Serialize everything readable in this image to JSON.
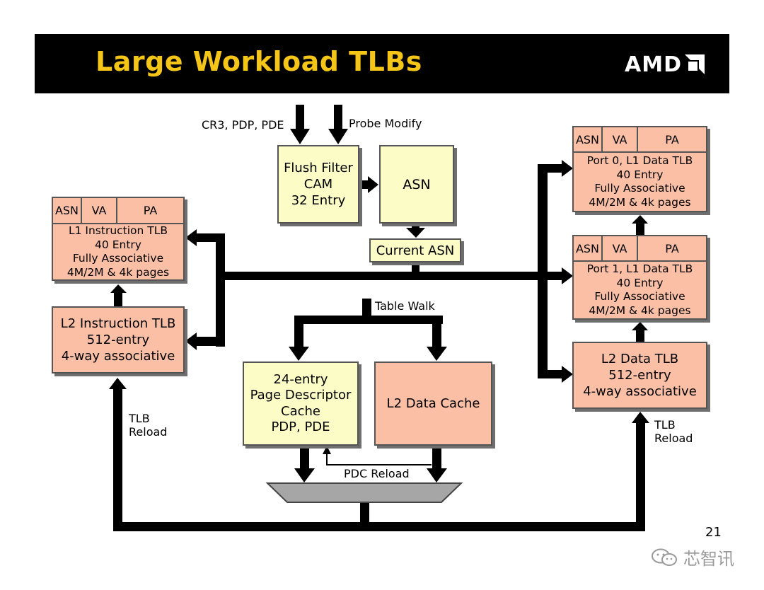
{
  "slide": {
    "title": "Large Workload TLBs",
    "logo_text": "AMD",
    "page_number": "21",
    "watermark": "芯智讯"
  },
  "colors": {
    "header_bg": "#000000",
    "title": "#f5c518",
    "tlb_box": "#fbbfa6",
    "logic_box": "#fcfdc6",
    "connector": "#000000",
    "mux": "#a6a6a6"
  },
  "inputs": {
    "cr3": "CR3, PDP, PDE",
    "probe": "Probe Modify"
  },
  "flush_filter": {
    "lines": [
      "Flush Filter",
      "CAM",
      "32 Entry"
    ]
  },
  "asn_box": {
    "label": "ASN"
  },
  "current_asn": {
    "label": "Current ASN"
  },
  "l1_itlb": {
    "fields": [
      "ASN",
      "VA",
      "PA"
    ],
    "lines": [
      "L1 Instruction TLB",
      "40 Entry",
      "Fully Associative",
      "4M/2M & 4k pages"
    ]
  },
  "l2_itlb": {
    "lines": [
      "L2 Instruction TLB",
      "512-entry",
      "4-way associative"
    ]
  },
  "port0_dtlb": {
    "fields": [
      "ASN",
      "VA",
      "PA"
    ],
    "lines": [
      "Port 0, L1 Data TLB",
      "40 Entry",
      "Fully Associative",
      "4M/2M & 4k pages"
    ]
  },
  "port1_dtlb": {
    "fields": [
      "ASN",
      "VA",
      "PA"
    ],
    "lines": [
      "Port 1, L1 Data TLB",
      "40 Entry",
      "Fully Associative",
      "4M/2M & 4k pages"
    ]
  },
  "l2_dtlb": {
    "lines": [
      "L2 Data TLB",
      "512-entry",
      "4-way associative"
    ]
  },
  "pdc": {
    "lines": [
      "24-entry",
      "Page Descriptor",
      "Cache",
      "PDP, PDE"
    ]
  },
  "l2_cache": {
    "label": "L2 Data Cache"
  },
  "labels": {
    "table_walk": "Table Walk",
    "pdc_reload": "PDC Reload",
    "tlb_reload_left": [
      "TLB",
      "Reload"
    ],
    "tlb_reload_right": [
      "TLB",
      "Reload"
    ]
  }
}
